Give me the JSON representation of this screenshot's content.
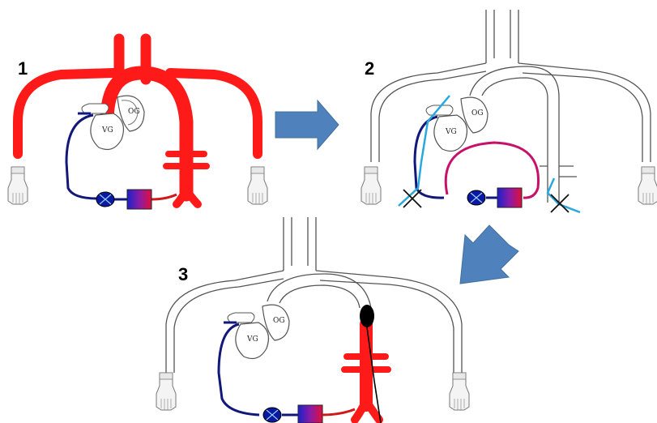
{
  "panels": [
    {
      "number": "1",
      "ventricle_label": "VG",
      "atrium_label": "OG"
    },
    {
      "number": "2",
      "ventricle_label": "VG",
      "atrium_label": "OG"
    },
    {
      "number": "3",
      "ventricle_label": "VG",
      "atrium_label": "OG"
    }
  ],
  "colors": {
    "arterial_flow": "#ff1a1a",
    "venous_cannula": "#12187a",
    "cannula_light": "#29a8e0",
    "bypass_loop": "#c8106a",
    "step_arrow": "#4f81bd",
    "pump": "#0a1aa0",
    "outline": "#555555"
  }
}
